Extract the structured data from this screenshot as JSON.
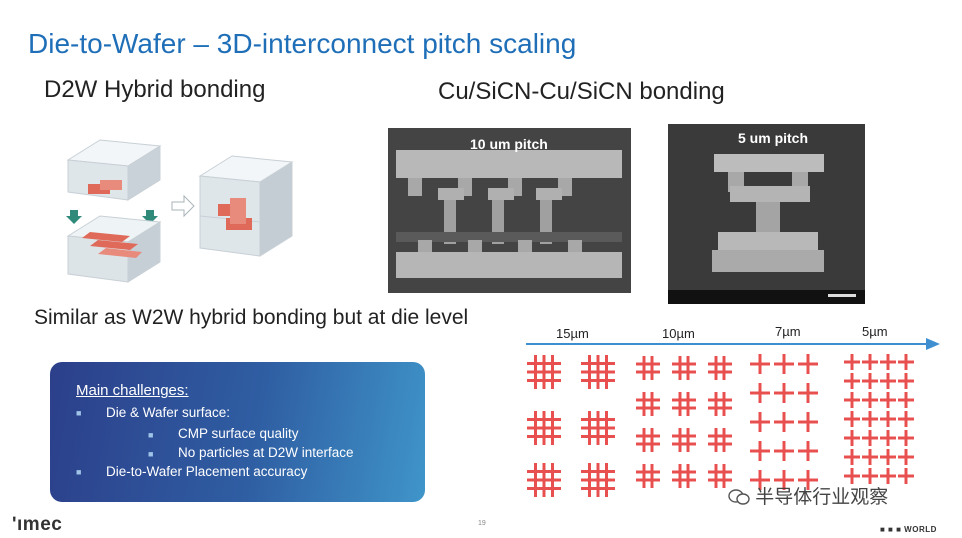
{
  "slide": {
    "title": "Die-to-Wafer – 3D-interconnect pitch scaling",
    "left_heading": "D2W Hybrid bonding",
    "right_heading": "Cu/SiCN-Cu/SiCN bonding",
    "summary": "Similar as W2W hybrid bonding but at die level",
    "page_number": "19"
  },
  "sem_images": [
    {
      "label": "10 um pitch"
    },
    {
      "label": "5 um pitch"
    }
  ],
  "challenges": {
    "heading": "Main challenges:",
    "items": [
      {
        "text": "Die & Wafer surface:",
        "level": 1
      },
      {
        "text": "CMP surface quality",
        "level": 2
      },
      {
        "text": "No particles at D2W interface",
        "level": 2
      },
      {
        "text": "Die-to-Wafer Placement accuracy",
        "level": 1
      }
    ]
  },
  "pitch_scale": {
    "labels": [
      "15µm",
      "10µm",
      "7µm",
      "5µm"
    ],
    "arrow_color": "#3f8fd0",
    "grid_color": "#e85050"
  },
  "footer": {
    "logo": "ʹımec",
    "watermark": "半导体行业观察",
    "world_logo": "WORLD",
    "wechat_icon": "wechat-icon"
  },
  "colors": {
    "title": "#1f6fb8",
    "cube_copper": "#e06a5a",
    "challenge_gradient_start": "#2c3f8a",
    "challenge_gradient_end": "#3f95c9"
  }
}
